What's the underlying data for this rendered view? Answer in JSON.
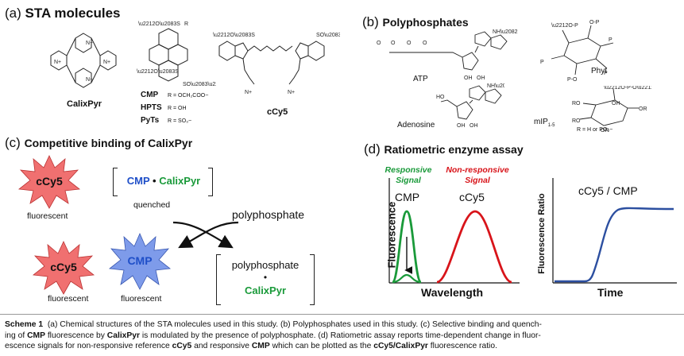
{
  "panel_a": {
    "letter": "(a)",
    "title": "STA molecules",
    "calixpyr": "CalixPyr",
    "cmp_label": "CMP",
    "cmp_r": "R = OCH₂COO−",
    "hpts_label": "HPTS",
    "hpts_r": "R = OH",
    "pyts_label": "PyTs",
    "pyts_r": "R = SO₃−",
    "cy5": "cCy5"
  },
  "panel_b": {
    "letter": "(b)",
    "title": "Polyphosphates",
    "atp": "ATP",
    "phyt": "Phyt",
    "adenosine": "Adenosine",
    "mip": "mIP",
    "mip_sub": "1-5",
    "mip_r": "R = H or PO₃−"
  },
  "panel_c": {
    "letter": "(c)",
    "title": "Competitive binding of CalixPyr",
    "star1": "cCy5",
    "fluorescent1": "fluorescent",
    "complex_cmp": "CMP",
    "complex_dot": "•",
    "complex_calix": "CalixPyr",
    "quenched": "quenched",
    "polyphosphate": "polyphosphate",
    "star2": "cCy5",
    "fluorescent2": "fluorescent",
    "star3": "CMP",
    "fluorescent3": "fluorescent",
    "bound_poly": "polyphosphate",
    "bound_dot": "•",
    "bound_calix": "CalixPyr"
  },
  "panel_d": {
    "letter": "(d)",
    "title": "Ratiometric enzyme assay",
    "responsive": "Responsive",
    "responsive2": "Signal",
    "nonresponsive": "Non-responsive",
    "nonresponsive2": "Signal",
    "cmp": "CMP",
    "ccy5": "cCy5",
    "ylabel_left": "Fluorescence",
    "xlabel_left": "Wavelength",
    "ratio_title": "cCy5 / CMP",
    "ylabel_right": "Fluorescence Ratio",
    "xlabel_right": "Time"
  },
  "caption": {
    "lead": "Scheme 1",
    "t1": "(a) Chemical structures of the STA molecules used in this study. (b) Polyphosphates used in this study. (c) Selective binding and quench-",
    "t2a": "ing of ",
    "t2b": "CMP",
    "t2c": " fluorescence by ",
    "t2d": "CalixPyr",
    "t2e": " is modulated by the presence of polyphosphate. (d) Ratiometric assay reports time-dependent change in fluor-",
    "t3a": "escence signals for non-responsive reference ",
    "t3b": "cCy5",
    "t3c": " and responsive ",
    "t3d": "CMP",
    "t3e": " which can be plotted as the ",
    "t3f": "cCy5/CalixPyr",
    "t3g": " fluorescence ratio."
  },
  "colors": {
    "green": "#1a9a3a",
    "blue": "#1f4fc8",
    "red": "#d8141a",
    "star_red": "#f07070",
    "star_blue": "#7e9bea"
  }
}
